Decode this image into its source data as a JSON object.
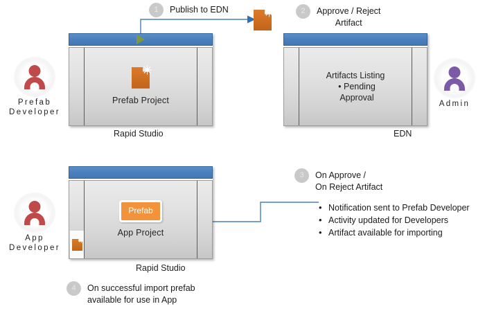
{
  "diagram": {
    "title": "Prefab publish and import workflow",
    "colors": {
      "window_titlebar": "#4a7ebb",
      "window_body": "#dcdcdc",
      "artifact_orange": "#cf6f20",
      "prefab_chip": "#f2933c",
      "person_prefab_developer": "#c04a4a",
      "person_app_developer": "#c04a4a",
      "person_admin": "#7b5aa6",
      "connector_line": "#4a7ebb",
      "play_triangle": "#7d9b3c",
      "step_badge": "#c9c9c9"
    }
  },
  "actors": [
    {
      "id": "prefab-developer",
      "label": "Prefab\nDeveloper",
      "color": "#c04a4a"
    },
    {
      "id": "admin",
      "label": "Admin",
      "color": "#7b5aa6"
    },
    {
      "id": "app-developer",
      "label": "App\nDeveloper",
      "color": "#c04a4a"
    }
  ],
  "windows": [
    {
      "id": "prefab-project-window",
      "caption": "Rapid Studio",
      "content_label": "Prefab Project",
      "has_play_button": true,
      "icon": "artifact-icon"
    },
    {
      "id": "edn-window",
      "caption": "EDN",
      "content_title": "Artifacts Listing",
      "content_bullet": "Pending\nApproval",
      "has_play_button": false
    },
    {
      "id": "app-project-window",
      "caption": "Rapid Studio",
      "content_label": "App  Project",
      "chip_label": "Prefab",
      "has_play_button": false,
      "sidebar_icon": "artifact-icon"
    }
  ],
  "steps": [
    {
      "number": "1",
      "text": "Publish to EDN"
    },
    {
      "number": "2",
      "text": "Approve / Reject\nArtifact"
    },
    {
      "number": "3",
      "text": "On Approve /\nOn Reject Artifact"
    },
    {
      "number": "4",
      "text": "On successful import prefab\navailable for use in App"
    }
  ],
  "outcomes": [
    "Notification sent to Prefab Developer",
    "Activity updated for Developers",
    "Artifact available for importing"
  ]
}
